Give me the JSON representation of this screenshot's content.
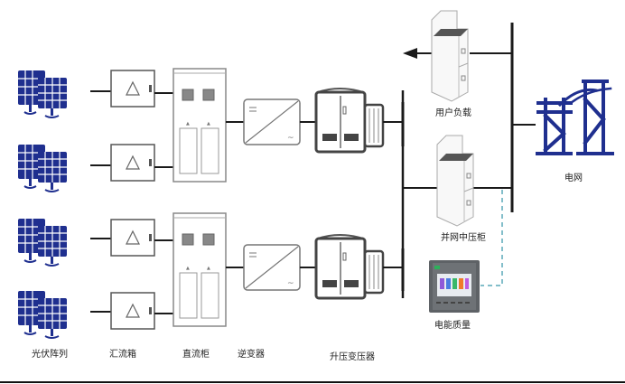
{
  "title": "光伏并网电站系统示意图",
  "colors": {
    "panel_blue": "#1f2f8f",
    "tower_blue": "#1f2f8f",
    "line": "#1a1a1a",
    "equipment_gray": "#777777",
    "dashed_link": "#5aa8b8"
  },
  "labels": {
    "pv_array": "光伏阵列",
    "combiner_box": "汇流箱",
    "dc_cabinet": "直流柜",
    "inverter": "逆变器",
    "step_up_transformer": "升压变压器",
    "user_load": "用户负载",
    "grid_mv_cabinet": "并网中压柜",
    "power_quality": "电能质量",
    "grid": "电网"
  },
  "icons": {
    "solar_panel": "solar-panel-icon",
    "combiner": "combiner-box-icon",
    "dc_cabinet": "dc-cabinet-icon",
    "inverter": "inverter-icon",
    "transformer": "transformer-icon",
    "switchgear": "switchgear-icon",
    "meter": "power-quality-meter-icon",
    "tower": "transmission-tower-icon",
    "arrow": "arrow-left-icon"
  }
}
